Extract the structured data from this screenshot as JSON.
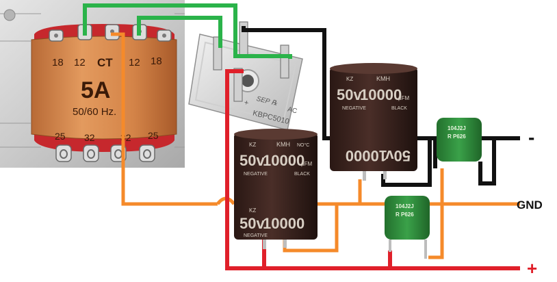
{
  "transformer": {
    "top_taps": [
      "18",
      "12",
      "CT",
      "12",
      "18"
    ],
    "rating": "5A",
    "frequency": "50/60 Hz.",
    "bottom_taps": [
      "25",
      "32",
      "32",
      "25"
    ]
  },
  "bridge": {
    "part": "KBPC5010",
    "ac_mark": "AC",
    "plus_mark": "+"
  },
  "capacitor": {
    "brand": "KMH",
    "voltage": "50v",
    "capacitance": "10000",
    "unit": "μFM",
    "tolerance": "NO°C",
    "polarity": "NEGATIVE",
    "series": "BLACK"
  },
  "film_capacitor": {
    "code": "104J2J",
    "marks": "R P626"
  },
  "outputs": {
    "negative": "-",
    "ground": "GND",
    "positive": "+"
  },
  "colors": {
    "wire_green": "#2bb34a",
    "wire_black": "#111111",
    "wire_orange": "#f58a2a",
    "wire_red": "#e0202a",
    "transformer_wrap": "#d98a4e",
    "capacitor_body": "#3a2420",
    "film_cap": "#2f8a3a"
  }
}
